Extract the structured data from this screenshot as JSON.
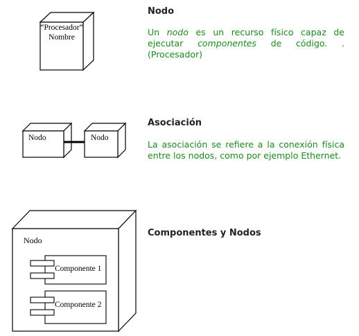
{
  "sections": [
    {
      "title": "Nodo",
      "desc_parts": [
        {
          "t": "Un ",
          "i": false
        },
        {
          "t": "nodo",
          "i": true
        },
        {
          "t": " es un recurso físico capaz de ejecutar ",
          "i": false
        },
        {
          "t": "componentes",
          "i": true
        },
        {
          "t": " de código.        . (Procesador)",
          "i": false
        }
      ],
      "figure": {
        "stereotype": "“Procesador”",
        "name": "Nombre"
      }
    },
    {
      "title": "Asociación",
      "desc": "La asociación se refiere a la conexión física entre los nodos, como por ejemplo Ethernet.",
      "figure": {
        "node_a": "Nodo",
        "node_b": "Nodo"
      }
    },
    {
      "title": "Componentes y Nodos",
      "figure": {
        "node": "Nodo",
        "components": [
          "Componente 1",
          "Componente 2"
        ]
      }
    }
  ],
  "colors": {
    "description": "#1a8a1a",
    "title": "#222222",
    "stroke": "#000000"
  }
}
